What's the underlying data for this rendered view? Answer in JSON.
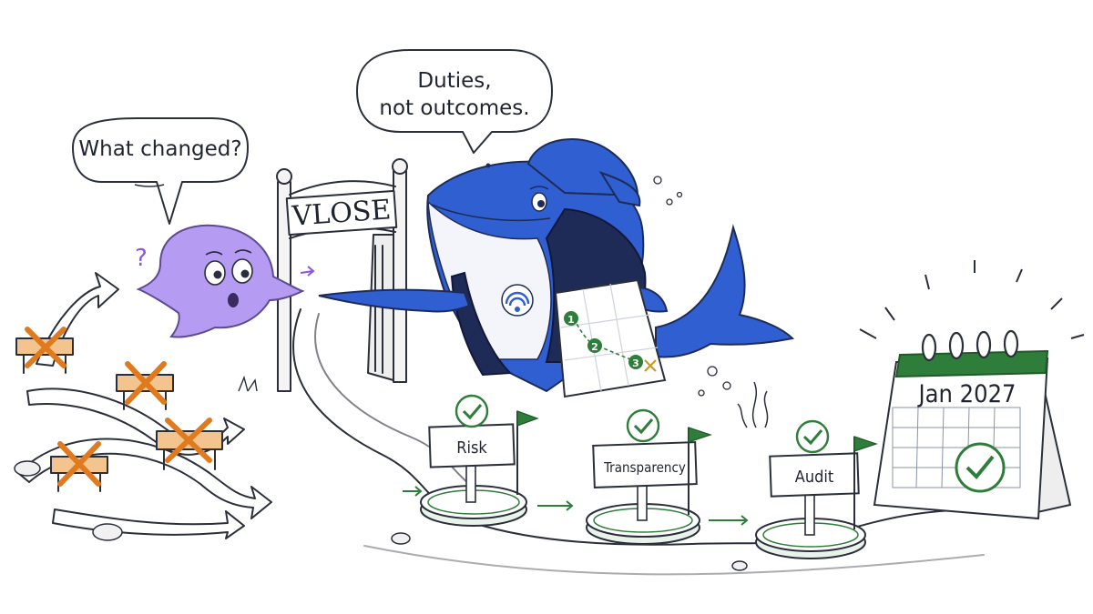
{
  "speech": {
    "whale_quote_line1": "Duties,",
    "whale_quote_line2": "not outcomes.",
    "blob_question": "What changed?"
  },
  "gate": {
    "sign": "VLOSE"
  },
  "map": {
    "steps": [
      "1",
      "2",
      "3"
    ]
  },
  "milestones": [
    {
      "label": "Risk"
    },
    {
      "label": "Transparency"
    },
    {
      "label": "Audit"
    }
  ],
  "calendar": {
    "date": "Jan 2027"
  },
  "colors": {
    "whale_blue": "#2f5fd0",
    "hoodie_navy": "#1f2b57",
    "blob_purple": "#b59cf2",
    "check_green": "#2e7d3a",
    "barrier_orange": "#e07a1f"
  }
}
